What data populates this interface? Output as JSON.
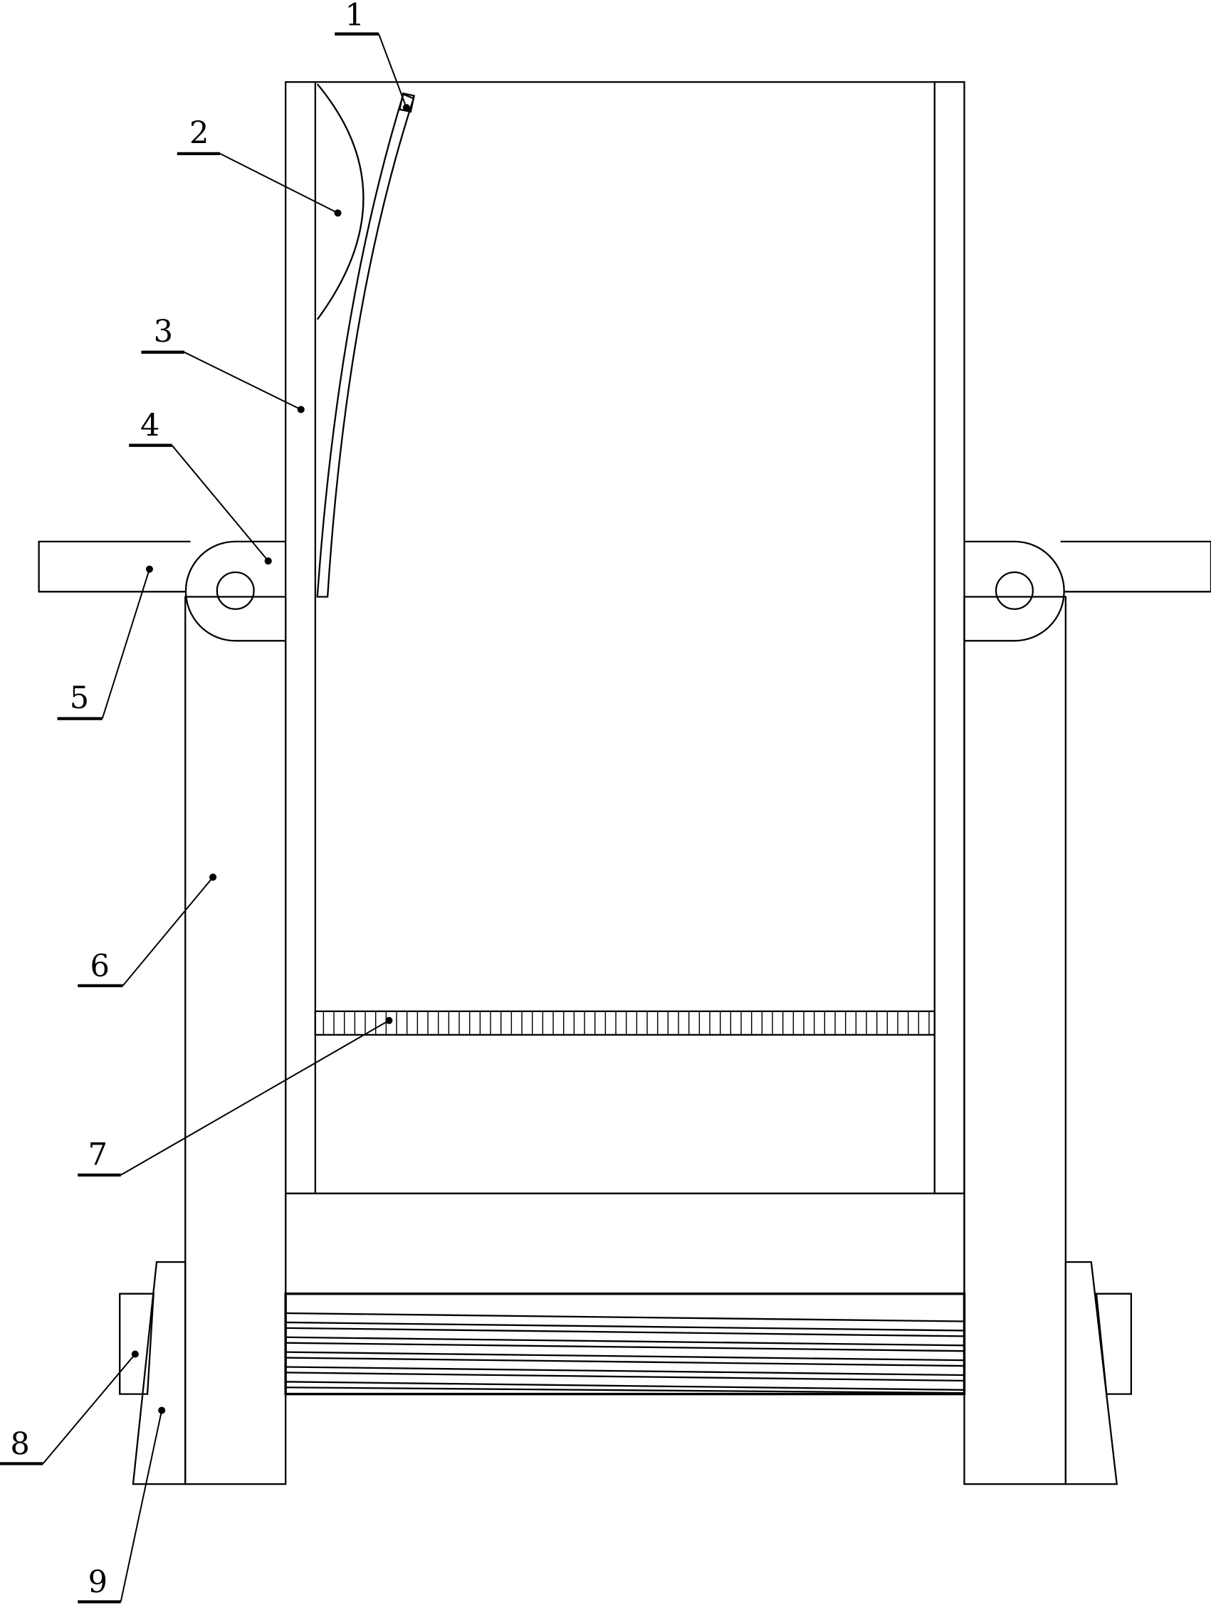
{
  "figure": {
    "labels": {
      "l1": "1",
      "l2": "2",
      "l3": "3",
      "l4": "4",
      "l5": "5",
      "l6": "6",
      "l7": "7",
      "l8": "8",
      "l9": "9"
    }
  }
}
